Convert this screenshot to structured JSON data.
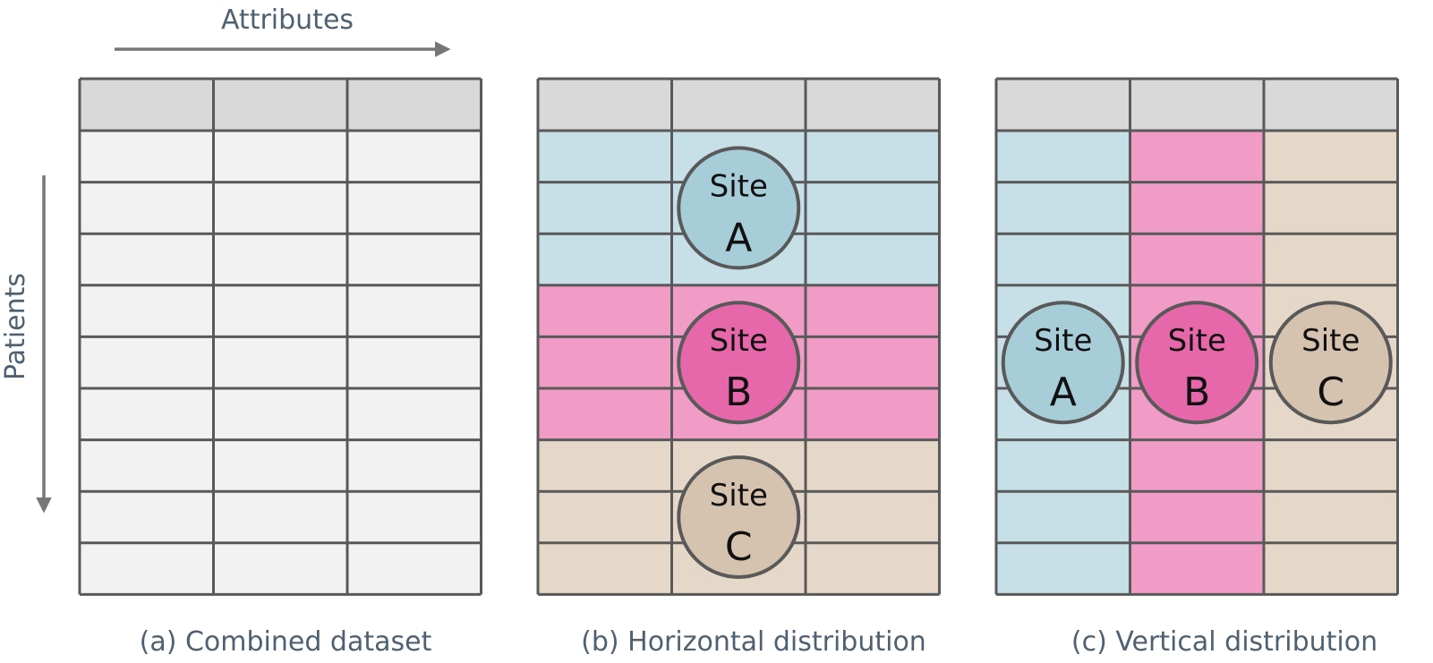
{
  "axes": {
    "attributes_label": "Attributes",
    "patients_label": "Patients"
  },
  "panels": [
    {
      "id": "combined",
      "caption": "(a) Combined dataset",
      "layout": "none",
      "sites": []
    },
    {
      "id": "horizontal",
      "caption": "(b) Horizontal distribution",
      "layout": "rows",
      "sites": [
        {
          "word": "Site",
          "letter": "A",
          "row_span": [
            0,
            2
          ]
        },
        {
          "word": "Site",
          "letter": "B",
          "row_span": [
            3,
            5
          ]
        },
        {
          "word": "Site",
          "letter": "C",
          "row_span": [
            6,
            8
          ]
        }
      ]
    },
    {
      "id": "vertical",
      "caption": "(c) Vertical distribution",
      "layout": "columns",
      "sites": [
        {
          "word": "Site",
          "letter": "A",
          "column": 0
        },
        {
          "word": "Site",
          "letter": "B",
          "column": 1
        },
        {
          "word": "Site",
          "letter": "C",
          "column": 2
        }
      ]
    }
  ],
  "grid": {
    "columns": 3,
    "data_rows": 9,
    "header_rows": 1
  },
  "colors": {
    "header_fill": "#d9d9d9",
    "cell_fill": "#f2f2f2",
    "grid_stroke": "#595959",
    "arrow": "#767676",
    "label_text": "#4f6170",
    "site_a_band": "#c7e0e8",
    "site_a_circle": "#a7cdd9",
    "site_b_band": "#f09cc7",
    "site_b_circle": "#e668aa",
    "site_c_band": "#e6d8c9",
    "site_c_circle": "#d6c3af"
  }
}
